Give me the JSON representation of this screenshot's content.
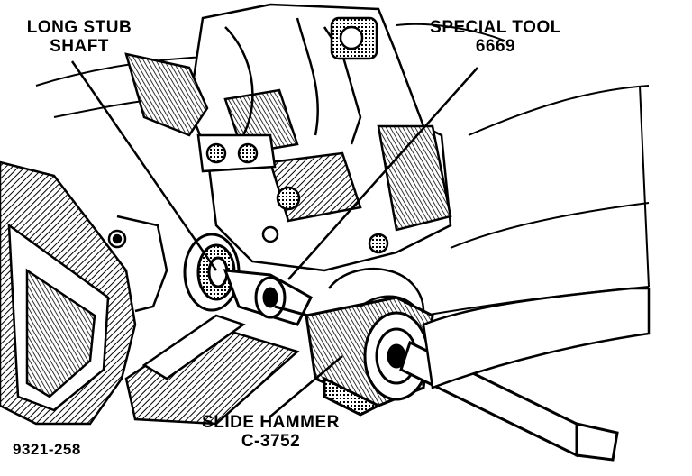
{
  "labels": {
    "long_stub_shaft_line1": "LONG STUB",
    "long_stub_shaft_line2": "SHAFT",
    "special_tool_line1": "SPECIAL TOOL",
    "special_tool_line2": "6669",
    "slide_hammer_line1": "SLIDE HAMMER",
    "slide_hammer_line2": "C-3752",
    "figure_id": "9321-258"
  }
}
